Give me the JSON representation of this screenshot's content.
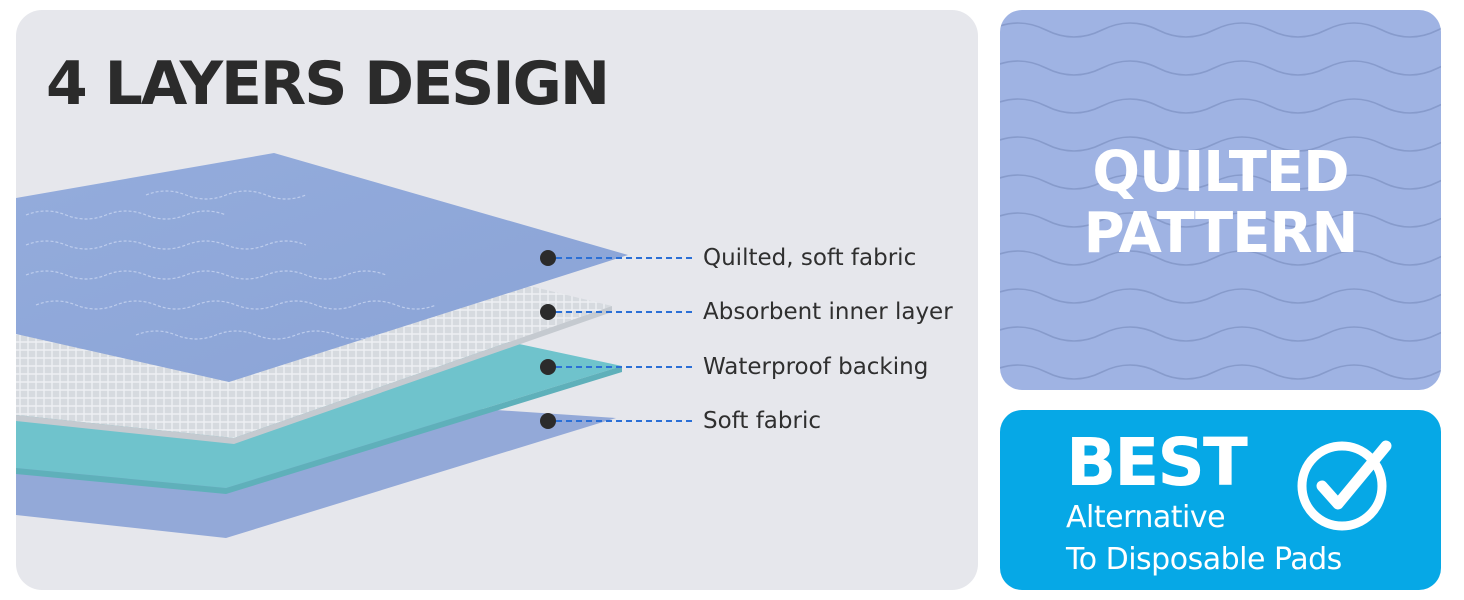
{
  "main": {
    "title": "4 LAYERS DESIGN",
    "layers": [
      {
        "label": "Quilted, soft fabric",
        "color": "#8fa8da"
      },
      {
        "label": "Absorbent inner layer",
        "color": "#d9dde1"
      },
      {
        "label": "Waterproof backing",
        "color": "#6fc3cc"
      },
      {
        "label": "Soft fabric",
        "color": "#93a9d8"
      }
    ],
    "callout_dot_color": "#2b2b2b",
    "callout_line_color": "#2a6fd6"
  },
  "quilted": {
    "line1": "QUILTED",
    "line2": "PATTERN",
    "background": "#9fb3e3"
  },
  "best": {
    "title": "BEST",
    "line1": "Alternative",
    "line2": "To Disposable Pads",
    "background": "#06a8e6",
    "icon": "check-circle-icon"
  }
}
